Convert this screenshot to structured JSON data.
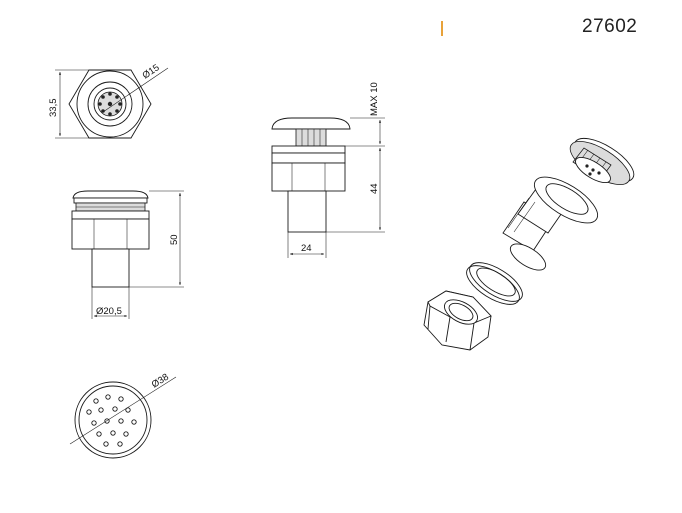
{
  "sheet": {
    "code": "27602",
    "accent_color": "#e8a23a",
    "line_color": "#1a1a1a"
  },
  "dimensions": {
    "top_view_height": "33,5",
    "top_view_diameter": "Ø15",
    "front_height": "50",
    "front_pipe_diameter": "Ø20,5",
    "side_max": "MAX 10",
    "side_height": "44",
    "side_width": "24",
    "bottom_view_diameter": "Ø38"
  }
}
